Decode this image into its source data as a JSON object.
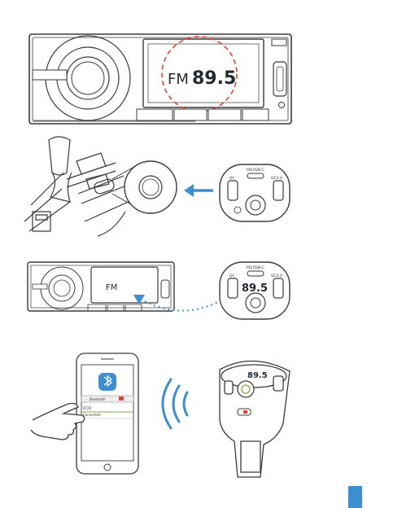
{
  "step1": {
    "radio_band": "FM",
    "radio_frequency": "89.5"
  },
  "step2": {
    "usb_label_left": "PD/USB-C",
    "port_left_label": "QC",
    "port_right_label": "QC3.0"
  },
  "step3": {
    "radio_band": "FM",
    "device_frequency": "89.5",
    "usb_label_left": "PD/USB-C",
    "port_left_label": "QC",
    "port_right_label": "QC3.0"
  },
  "step4": {
    "phone_header": "Bluetooth",
    "phone_row_1": "BT20",
    "phone_row_2": "Connected",
    "device_frequency": "89.5"
  },
  "colors": {
    "line": "#3a3a3a",
    "accent_red": "#e0442c",
    "accent_blue": "#3d8fd1",
    "wifi_blue": "#3d8fd1",
    "phone_green": "#7cb342"
  }
}
